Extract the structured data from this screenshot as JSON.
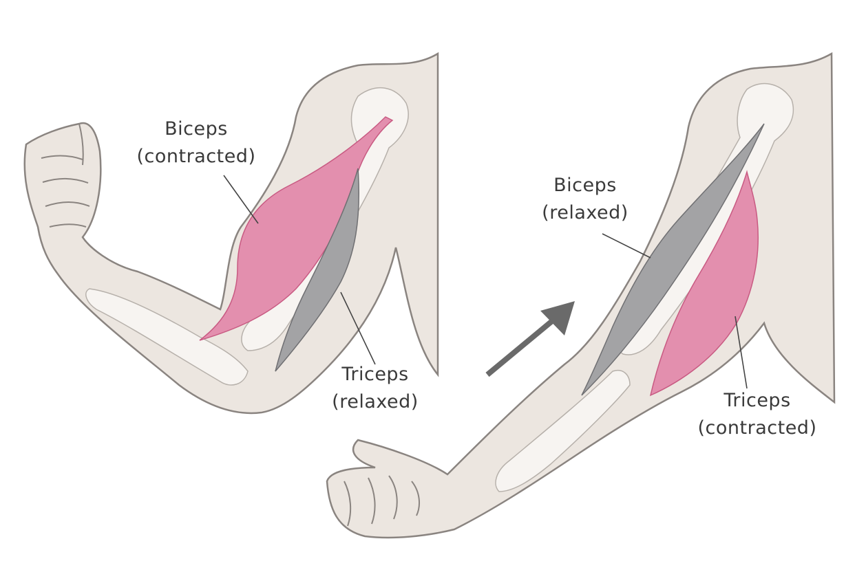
{
  "colors": {
    "skin": "#ece6e0",
    "skin_outline": "#8a8480",
    "bone": "#f7f4f1",
    "muscle_contracted": "#e38fae",
    "muscle_relaxed": "#a3a3a5",
    "tendon": "#f2f2f2",
    "arrow": "#6a6a6a",
    "text": "#3a3a3a"
  },
  "panels": [
    {
      "pose": "flexed-arm",
      "labels": [
        {
          "name": "Biceps",
          "state": "(contracted)"
        },
        {
          "name": "Triceps",
          "state": "(relaxed)"
        }
      ]
    },
    {
      "pose": "extended-arm",
      "labels": [
        {
          "name": "Biceps",
          "state": "(relaxed)"
        },
        {
          "name": "Triceps",
          "state": "(contracted)"
        }
      ]
    }
  ],
  "transition_arrow": "arrow-up-right"
}
